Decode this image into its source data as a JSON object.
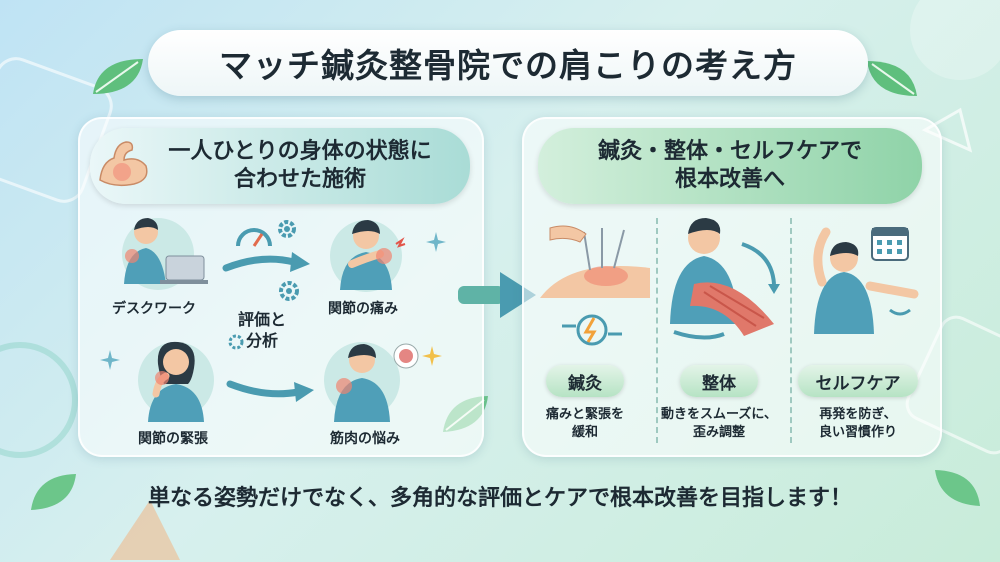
{
  "title": "マッチ鍼灸整骨院での肩こりの考え方",
  "left_panel": {
    "heading_line1": "一人ひとりの身体の状態に",
    "heading_line2": "合わせた施術",
    "labels": {
      "desk_work": "デスクワーク",
      "joint_pain": "関節の痛み",
      "evaluation_line1": "評価と",
      "evaluation_line2": "分析",
      "joint_tension": "関節の緊張",
      "muscle_trouble": "筋肉の悩み"
    }
  },
  "right_panel": {
    "heading_line1": "鍼灸・整体・セルフケアで",
    "heading_line2": "根本改善へ",
    "columns": [
      {
        "tag": "鍼灸",
        "desc_line1": "痛みと緊張を",
        "desc_line2": "緩和"
      },
      {
        "tag": "整体",
        "desc_line1": "動きをスムーズに、",
        "desc_line2": "歪み調整"
      },
      {
        "tag": "セルフケア",
        "desc_line1": "再発を防ぎ、",
        "desc_line2": "良い習慣作り"
      }
    ]
  },
  "bottom_message": "単なる姿勢だけでなく、多角的な評価とケアで根本改善を目指します！",
  "colors": {
    "accent_teal": "#4a9bb0",
    "accent_green": "#8fd3a8",
    "text": "#1d2a33",
    "skin": "#f3c7a4",
    "shirt": "#4f9fb8"
  }
}
